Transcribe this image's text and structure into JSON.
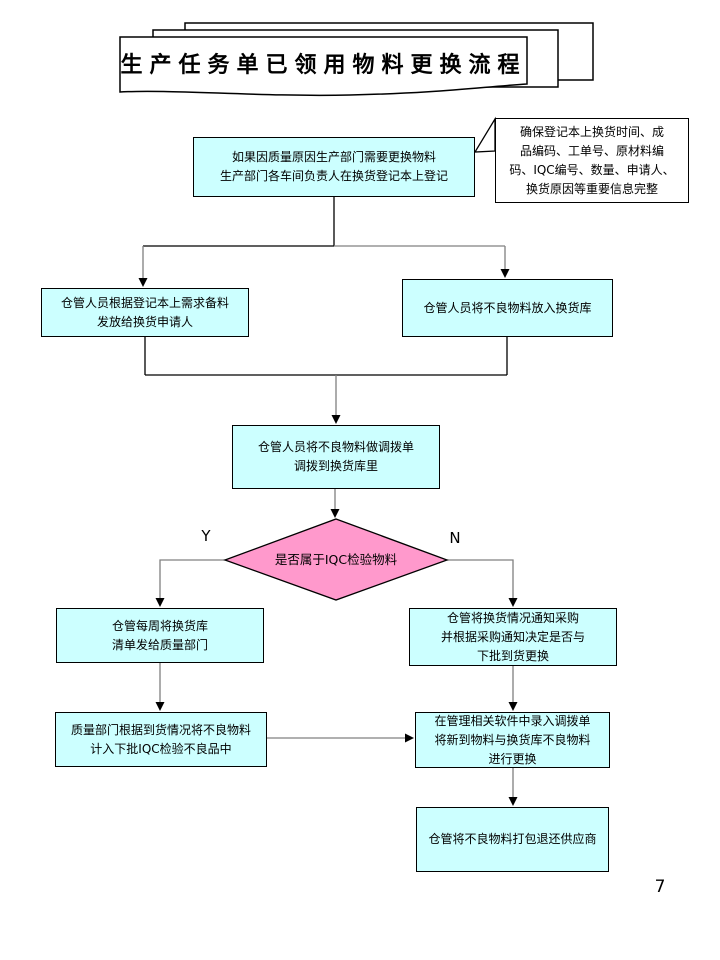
{
  "title": {
    "text": "生产任务单已领用物料更换流程"
  },
  "page_number": "7",
  "colors": {
    "process_fill": "#CCFFFF",
    "decision_fill": "#FF99CC",
    "callout_fill": "#FFFFFF",
    "border": "#000000",
    "connector_gray": "#808080",
    "connector_black": "#000000"
  },
  "flowchart": {
    "nodes": {
      "register": {
        "text": "如果因质量原因生产部门需要更换物料\n生产部门各车间负责人在换货登记本上登记"
      },
      "callout_note": {
        "text": "确保登记本上换货时间、成\n品编码、工单号、原材料编\n码、IQC编号、数量、申请人、\n换货原因等重要信息完整"
      },
      "prepare": {
        "text": "仓管人员根据登记本上需求备料\n发放给换货申请人"
      },
      "store_defective": {
        "text": "仓管人员将不良物料放入换货库"
      },
      "transfer_order": {
        "text": "仓管人员将不良物料做调拨单\n调拨到换货库里"
      },
      "decision_iqc": {
        "text": "是否属于IQC检验物料",
        "yes_label": "Y",
        "no_label": "N"
      },
      "weekly_list": {
        "text": "仓管每周将换货库\n清单发给质量部门"
      },
      "notify_purchasing": {
        "text": "仓管将换货情况通知采购\n并根据采购通知决定是否与\n下批到货更换"
      },
      "quality_count": {
        "text": "质量部门根据到货情况将不良物料\n计入下批IQC检验不良品中"
      },
      "software_entry": {
        "text": "在管理相关软件中录入调拨单\n将新到物料与换货库不良物料\n进行更换"
      },
      "return_supplier": {
        "text": "仓管将不良物料打包退还供应商"
      }
    }
  }
}
